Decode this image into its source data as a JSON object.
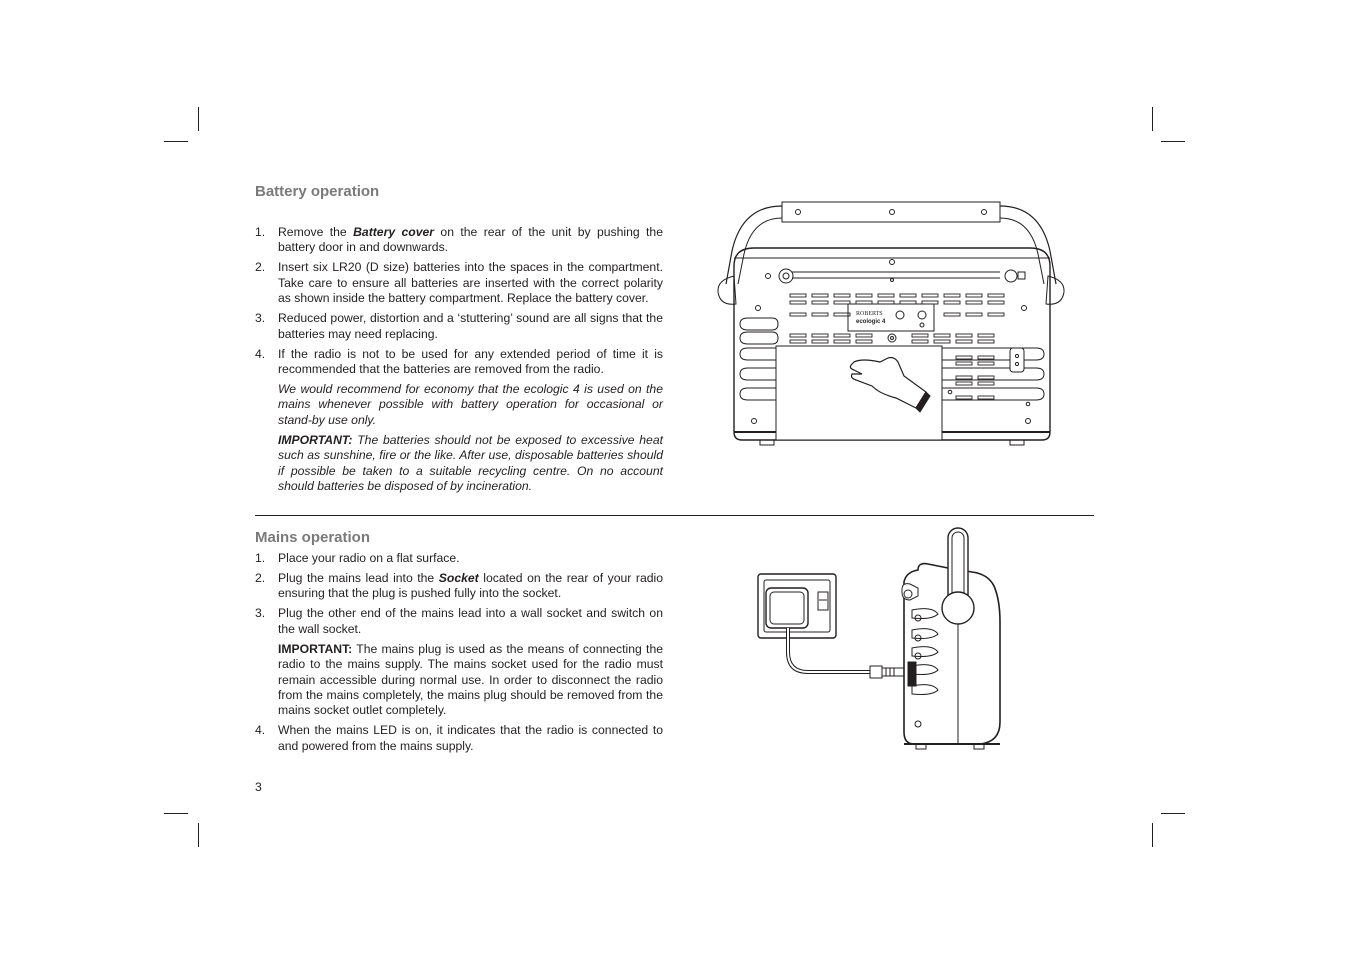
{
  "page_number": "3",
  "battery": {
    "heading": "Battery operation",
    "items": [
      {
        "num": "1.",
        "before": "Remove the ",
        "bold": "Battery cover",
        "after": " on the rear of the unit by pushing the battery door in and downwards."
      },
      {
        "num": "2.",
        "text": "Insert six  LR20 (D size) batteries into the spaces in the compartment. Take care to ensure all batteries are inserted with the correct polarity as shown inside the battery compartment. Replace the battery cover."
      },
      {
        "num": "3.",
        "text": "Reduced power, distortion  and a ‘stuttering’ sound are all signs that the batteries may need replacing."
      },
      {
        "num": "4.",
        "text": "If the radio is not to be used for any extended period of time it is recommended that the batteries are removed from the radio.",
        "note": "We would recommend for economy that the ecologic 4 is used on the mains whenever possible with battery operation for occasional or stand-by use only.",
        "important_label": "IMPORTANT:",
        "important_text": " The batteries should not be exposed to excessive heat such as sunshine, fire or the like. After use, disposable batteries should if possible be taken to a suitable recycling centre. On no account should batteries be disposed of by incineration."
      }
    ]
  },
  "mains": {
    "heading": "Mains operation",
    "items": [
      {
        "num": "1.",
        "text": "Place your radio on a flat surface."
      },
      {
        "num": "2.",
        "before": "Plug the mains lead into the ",
        "bold": "Socket",
        "after": " located on the rear of your radio ensuring that the plug is pushed fully into the socket."
      },
      {
        "num": "3.",
        "text": "Plug the other end of the mains lead into a wall socket and switch on the wall socket.",
        "important_label": "IMPORTANT:",
        "important_text": " The mains plug is used as the means of connecting the radio to the mains supply. The mains socket used for the radio must remain accessible during normal use. In order to disconnect the radio from the mains completely, the mains plug should be removed from the mains socket outlet completely."
      },
      {
        "num": "4.",
        "text": "When the mains LED is on, it indicates that the radio is connected to and powered from the mains supply."
      }
    ]
  },
  "illustration_rear": {
    "brand": "ROBERTS",
    "model": "ecologic 4"
  }
}
